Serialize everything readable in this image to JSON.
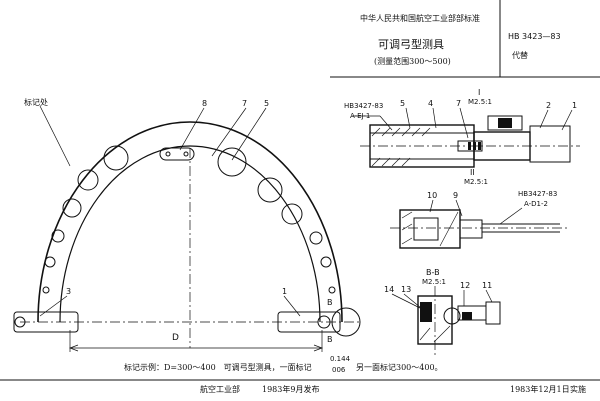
{
  "header": {
    "ministry": "中华人民共和国航空工业部部标准",
    "std_no": "HB 3423—83",
    "title": "可调弓型测具",
    "subtitle": "(测量范围300～500)",
    "replaces": "代替"
  },
  "main_view": {
    "callouts": [
      "标记处",
      "8",
      "7",
      "5",
      "3",
      "1",
      "B",
      "B"
    ],
    "dim_D": "D"
  },
  "detail1": {
    "ref": "HB3427-83",
    "ref_sub": "A-EJ-1",
    "title": "I",
    "scale": "M2.5:1",
    "callouts": [
      "5",
      "4",
      "7",
      "2",
      "1"
    ]
  },
  "detail2": {
    "title": "II",
    "scale": "M2.5:1",
    "callouts": [
      "10",
      "9"
    ],
    "ref": "HB3427-83",
    "ref_sub": "A-D1-2"
  },
  "section": {
    "title": "B-B",
    "scale": "M2.5:1",
    "callouts": [
      "14",
      "13",
      "12",
      "11"
    ]
  },
  "footer": {
    "example": "标记示例：D=300～400　可调弓型测具，一面标记",
    "tol_top": "0.144",
    "tol_bot": "006",
    "example_end": "另一面标记300～400。",
    "issuer": "航空工业部",
    "issued": "1983年9月发布",
    "effective": "1983年12月1日",
    "effective_suffix": "实施"
  }
}
